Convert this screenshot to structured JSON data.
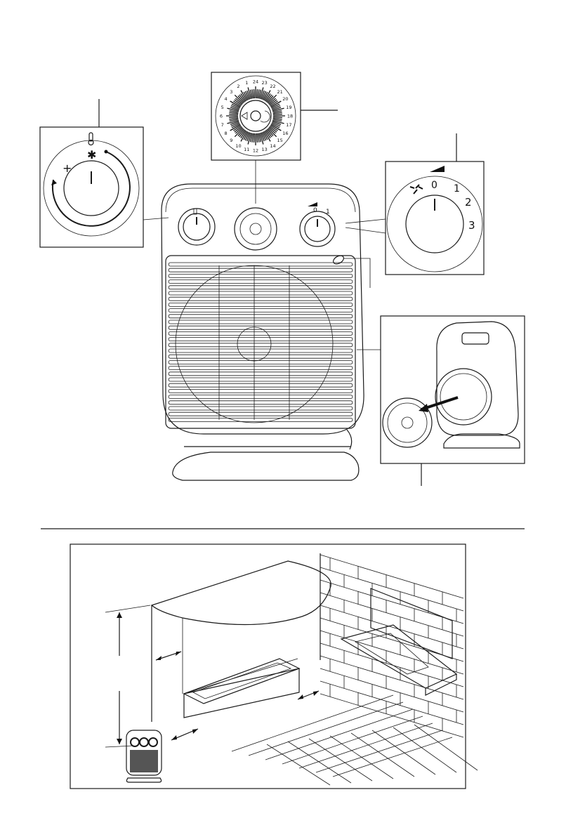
{
  "thermostat_dial": {
    "plus": "+",
    "frost": "✱"
  },
  "fan_dial": {
    "positions": [
      "0",
      "1",
      "2",
      "3"
    ]
  },
  "timer_dial": {
    "numbers": [
      "1",
      "2",
      "3",
      "4",
      "5",
      "6",
      "7",
      "8",
      "9",
      "10",
      "11",
      "12",
      "13",
      "14",
      "15",
      "16",
      "17",
      "18",
      "19",
      "20",
      "21",
      "22",
      "23",
      "24"
    ]
  },
  "small_knob_labels": {
    "fan_zero": "0",
    "fan_one": "1"
  },
  "icons": [
    "thermometer-icon",
    "fan-icon",
    "power-level-icon",
    "timer-icon"
  ]
}
